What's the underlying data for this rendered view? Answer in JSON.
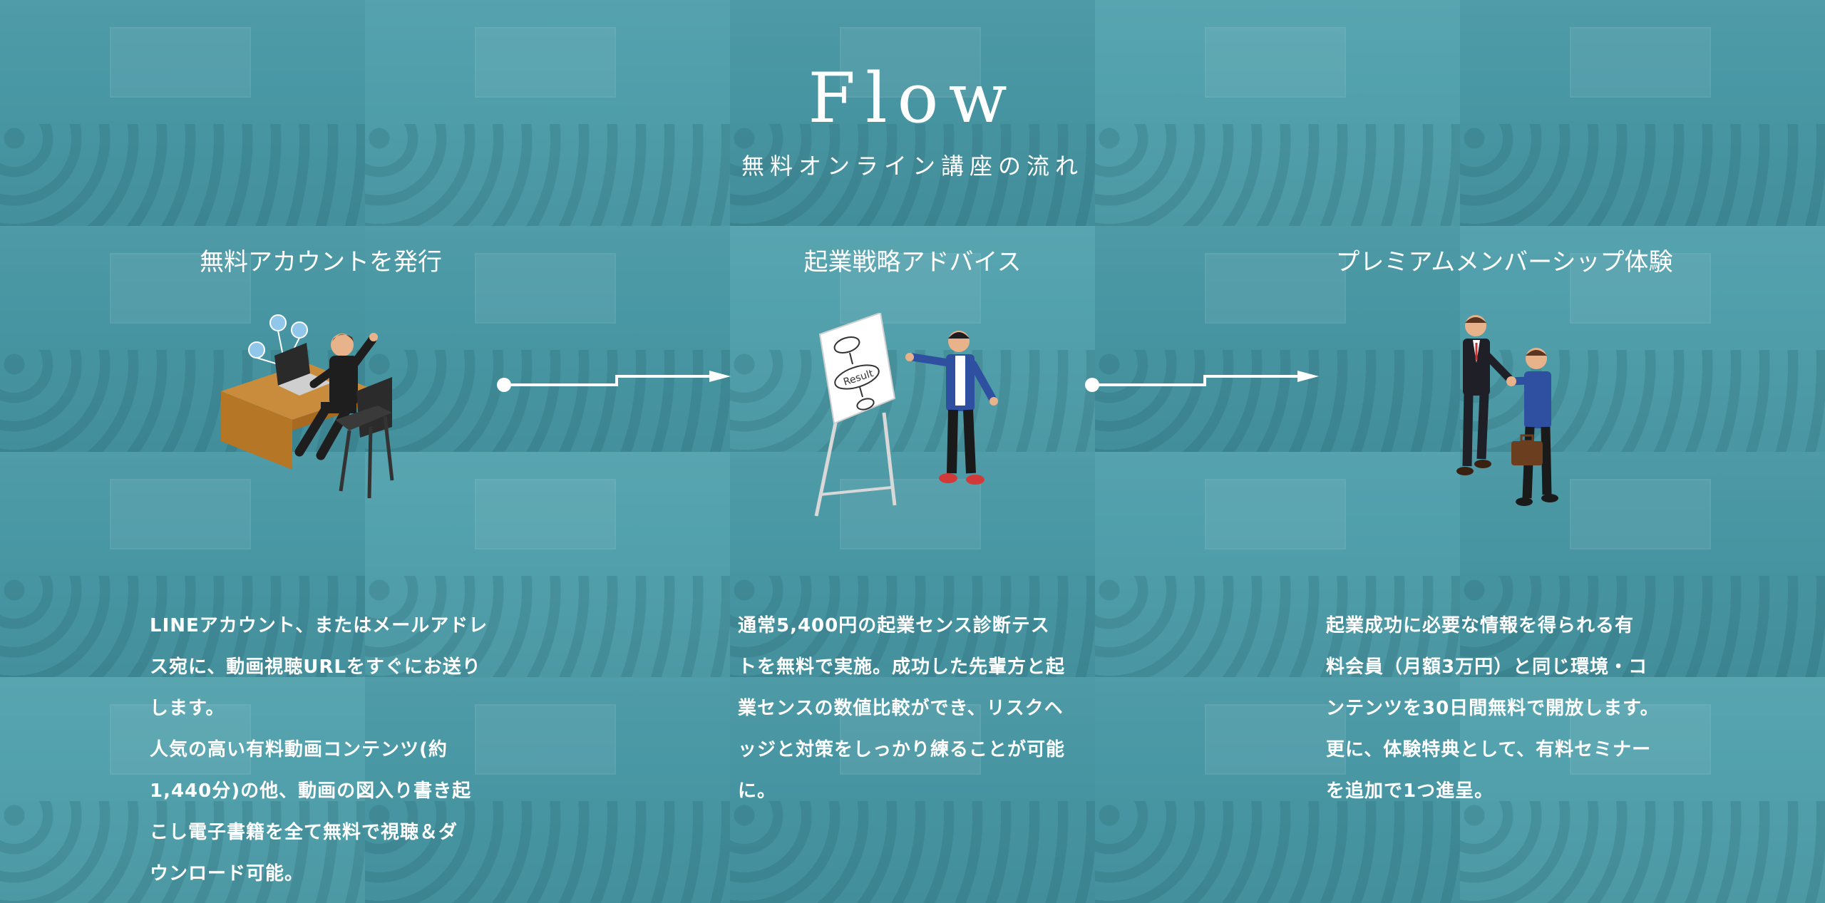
{
  "header": {
    "title": "Flow",
    "subtitle": "無料オンライン講座の流れ"
  },
  "steps": [
    {
      "title": "無料アカウントを発行",
      "desc": "LINEアカウント、またはメールアドレ\nス宛に、動画視聴URLをすぐにお送り\nします。\n人気の高い有料動画コンテンツ(約\n1,440分)の他、動画の図入り書き起\nこし電子書籍を全て無料で視聴＆ダ\nウンロード可能。"
    },
    {
      "title": "起業戦略アドバイス",
      "board_label": "Result",
      "desc": "通常5,400円の起業センス診断テス\nトを無料で実施。成功した先輩方と起\n業センスの数値比較ができ、リスクヘ\nッジと対策をしっかり練ることが可能\nに。"
    },
    {
      "title": "プレミアムメンバーシップ体験",
      "desc": "起業成功に必要な情報を得られる有\n料会員（月額3万円）と同じ環境・コ\nンテンツを30日間無料で開放します。\n更に、体験特典として、有料セミナー\nを追加で1つ進呈。"
    }
  ],
  "icons": {
    "step1": "laptop-desk-user-icon",
    "step2": "presentation-board-icon",
    "step3": "handshake-icon",
    "arrow": "arrow-right-icon"
  },
  "colors": {
    "background": "#4f9fab",
    "text": "#ffffff"
  }
}
